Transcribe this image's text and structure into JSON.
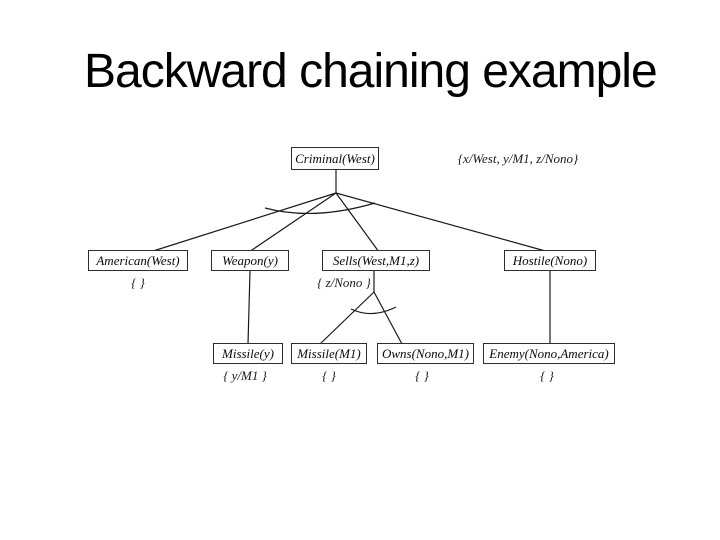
{
  "slide": {
    "title": "Backward chaining example"
  },
  "diagram": {
    "root_substitution": "{x/West, y/M1, z/Nono}",
    "nodes": {
      "criminal": {
        "label": "Criminal(West)"
      },
      "american": {
        "label": "American(West)",
        "substitution": "{ }"
      },
      "weapon": {
        "label": "Weapon(y)"
      },
      "sells": {
        "label": "Sells(West,M1,z)",
        "substitution": "{ z/Nono }"
      },
      "hostile": {
        "label": "Hostile(Nono)"
      },
      "missile_y": {
        "label": "Missile(y)",
        "substitution": "{ y/M1 }"
      },
      "missile_m1": {
        "label": "Missile(M1)",
        "substitution": "{ }"
      },
      "owns": {
        "label": "Owns(Nono,M1)",
        "substitution": "{ }"
      },
      "enemy": {
        "label": "Enemy(Nono,America)",
        "substitution": "{ }"
      }
    }
  },
  "colors": {
    "background": "#ffffff",
    "line": "#1a1a1a",
    "box_border": "#2e2e2e",
    "text": "#000000"
  }
}
